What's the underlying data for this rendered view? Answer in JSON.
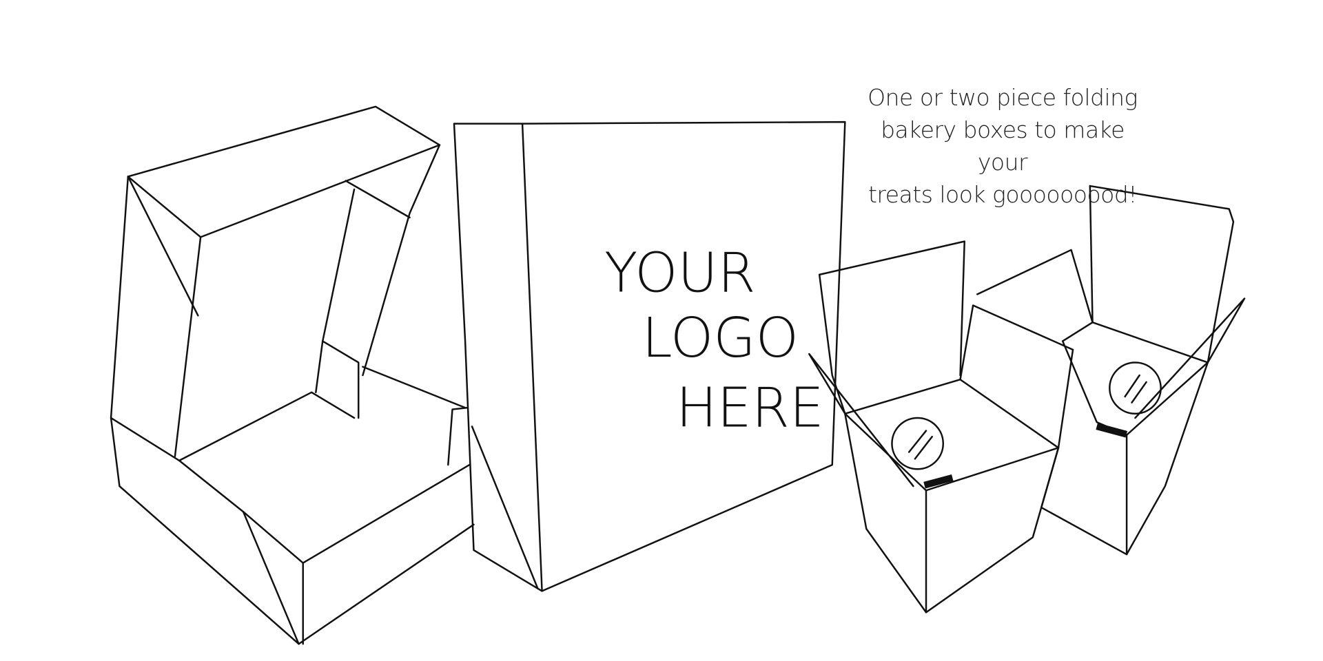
{
  "caption": {
    "lines": [
      "One or two piece folding",
      "bakery boxes to make your",
      "treats look gooooooood!"
    ]
  },
  "logo_placeholder": {
    "lines": [
      "YOUR",
      "LOGO",
      "HERE"
    ]
  },
  "colors": {
    "ink": "#111111",
    "background": "#ffffff"
  }
}
